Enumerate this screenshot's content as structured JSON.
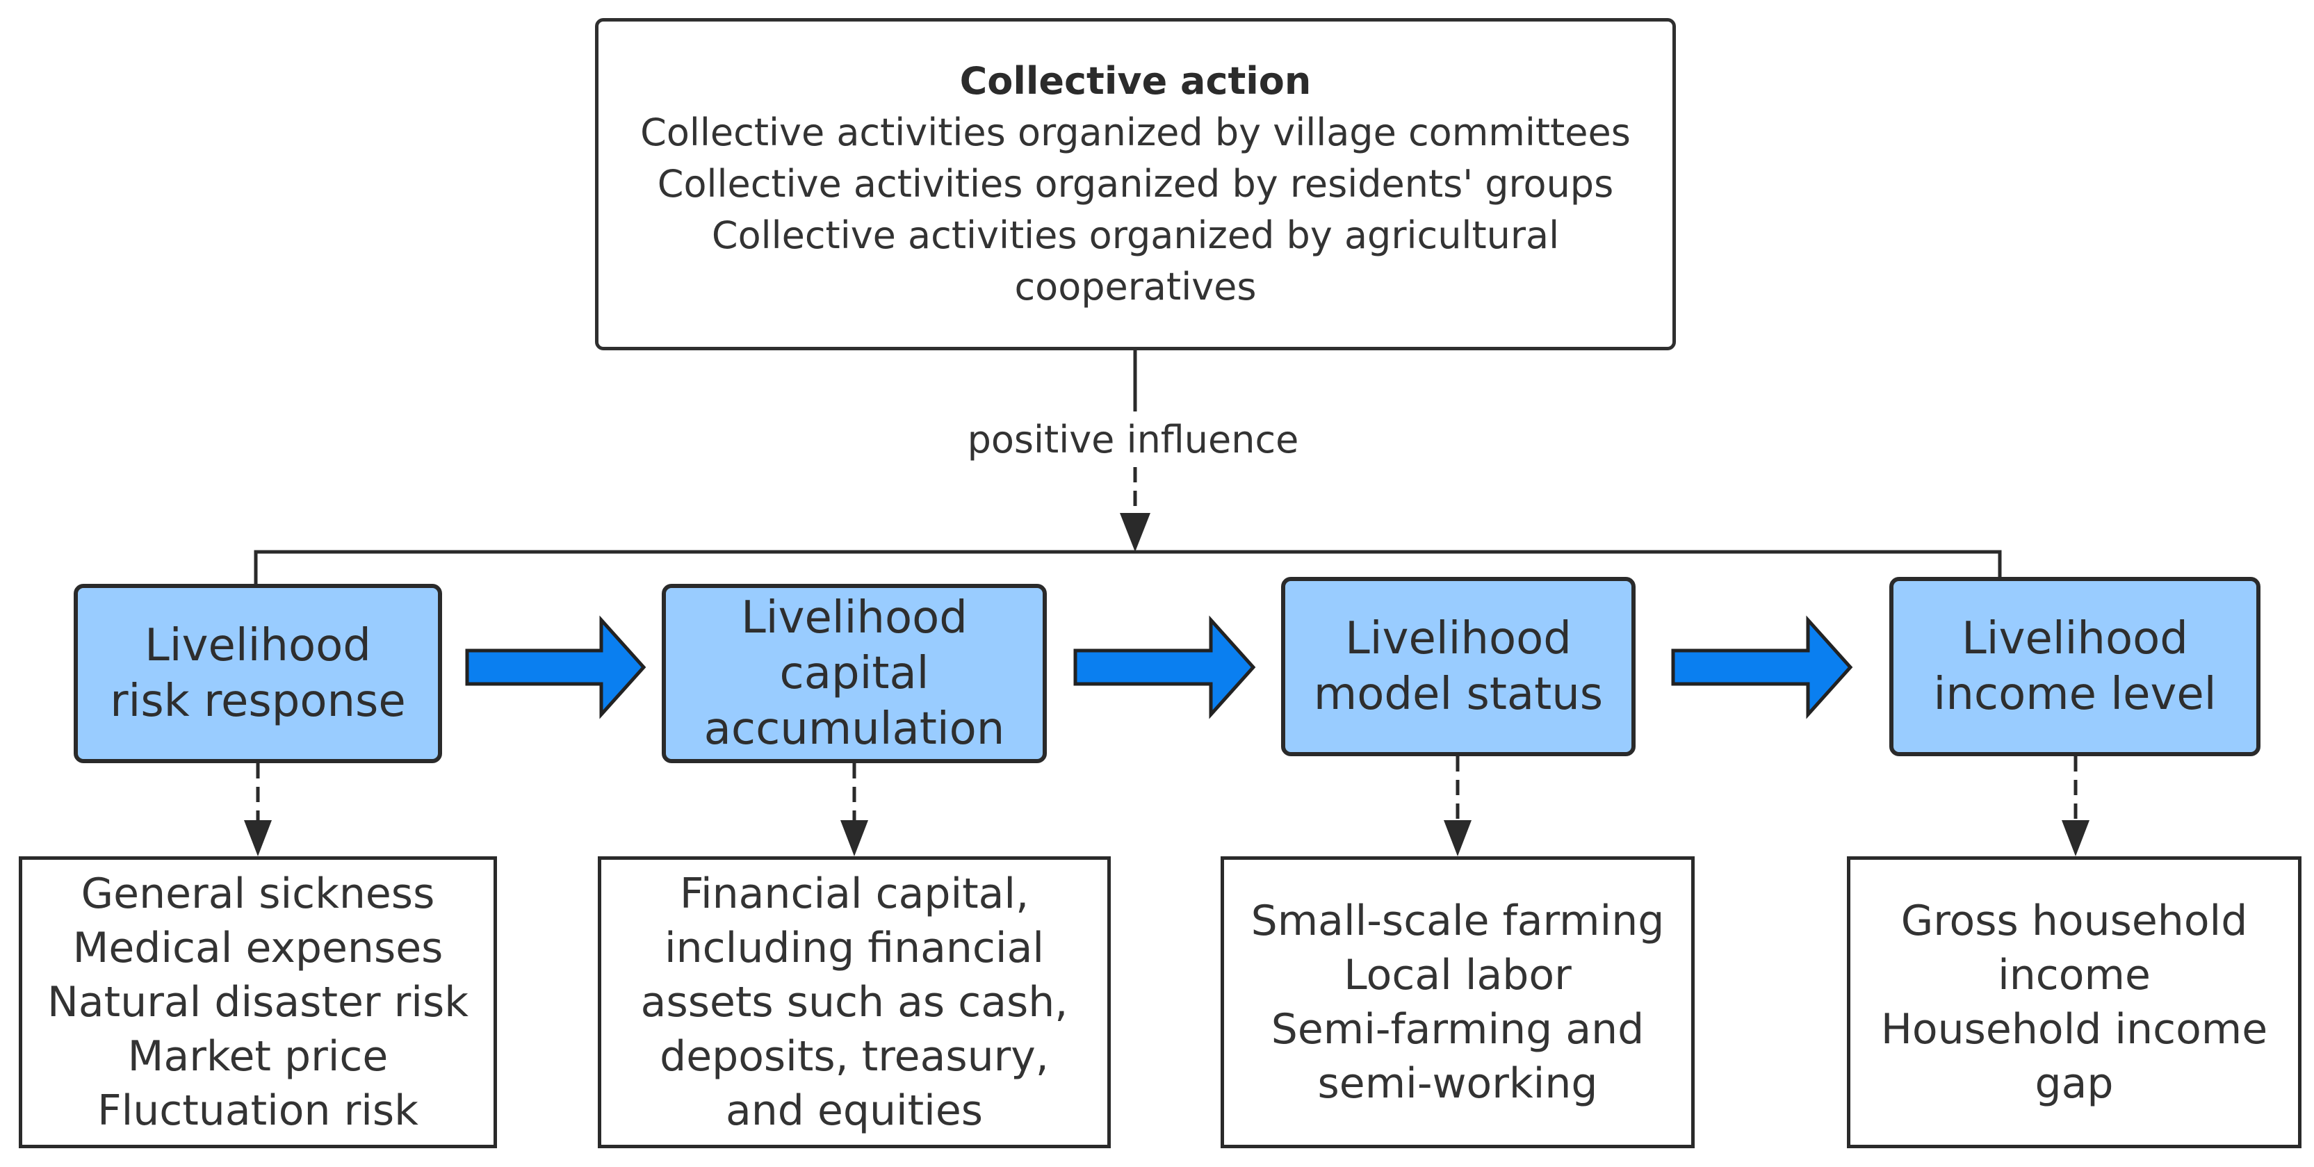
{
  "top": {
    "title": "Collective action",
    "lines": [
      "Collective activities organized by village committees",
      "Collective activities organized by residents' groups",
      "Collective activities organized by agricultural",
      "cooperatives"
    ]
  },
  "influence_label": "positive influence",
  "stages": [
    {
      "label": "Livelihood\nrisk response"
    },
    {
      "label": "Livelihood\ncapital\naccumulation"
    },
    {
      "label": "Livelihood\nmodel status"
    },
    {
      "label": "Livelihood\nincome level"
    }
  ],
  "details": [
    {
      "lines": [
        "General sickness",
        "Medical expenses",
        "Natural disaster risk",
        "Market price",
        "Fluctuation risk"
      ]
    },
    {
      "lines": [
        "Financial capital,",
        "including financial",
        "assets such as cash,",
        "deposits, treasury,",
        "and equities"
      ]
    },
    {
      "lines": [
        "Small-scale farming",
        "Local labor",
        "Semi-farming and",
        "semi-working"
      ]
    },
    {
      "lines": [
        "Gross household",
        "income",
        "Household income",
        "gap"
      ]
    }
  ],
  "colors": {
    "stage_fill": "#99ccff",
    "arrow_fill": "#0a7ff0",
    "stroke": "#2a2a2a"
  }
}
